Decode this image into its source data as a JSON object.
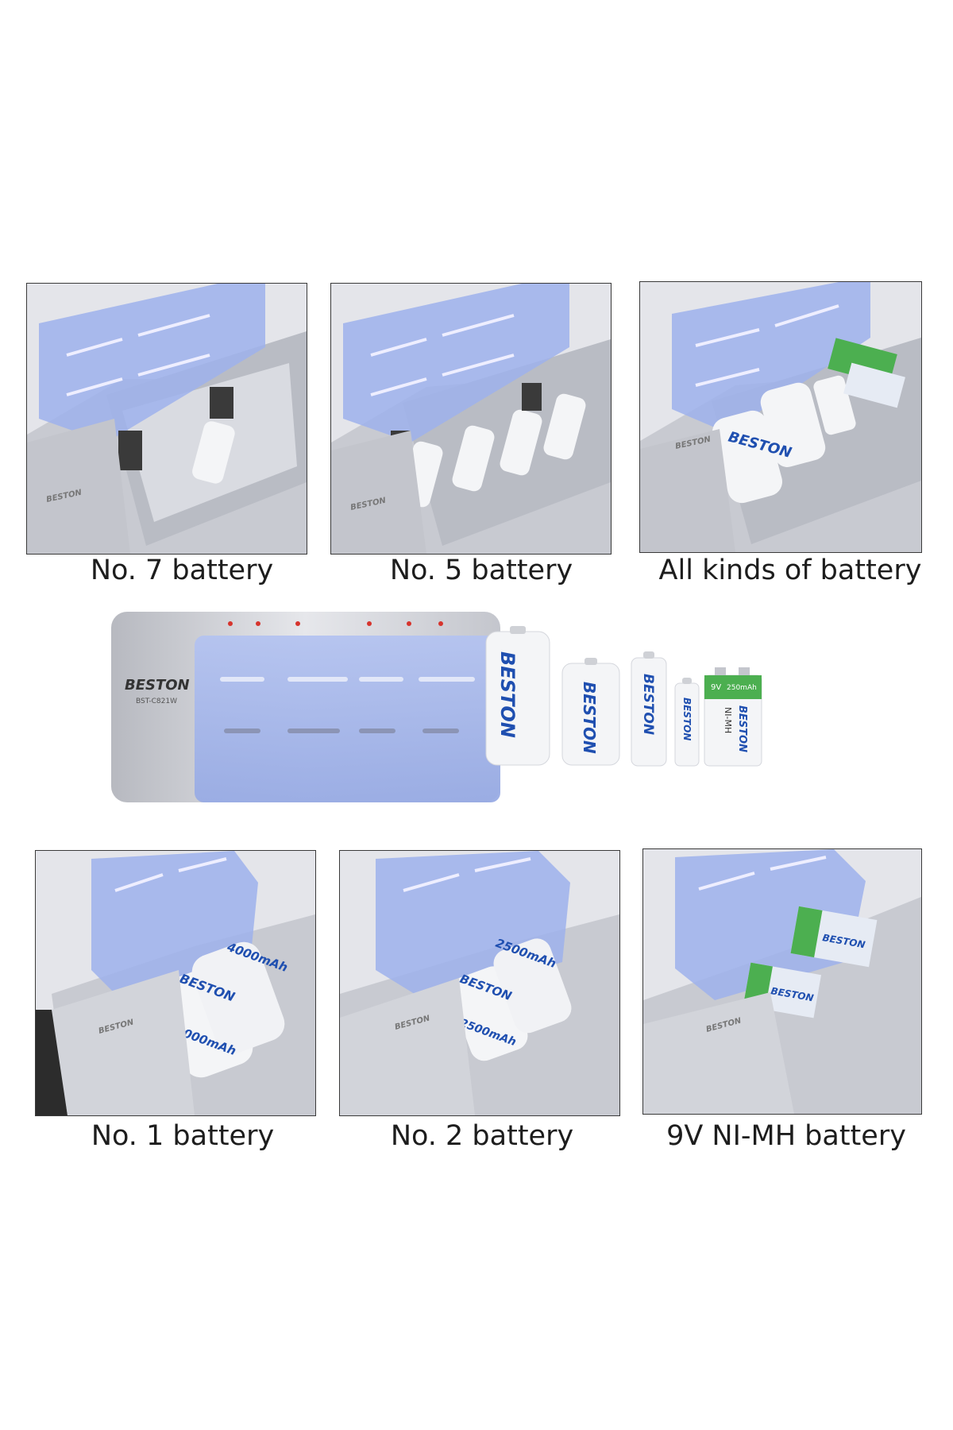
{
  "brand": "BESTON",
  "model": "BST-C821W",
  "captions": {
    "no7": "No. 7 battery",
    "no5": "No. 5 battery",
    "all": "All kinds of battery",
    "no1": "No. 1 battery",
    "no2": "No. 2 battery",
    "v9": "9V NI-MH battery"
  },
  "battery_labels": {
    "d_capacity": "4000mAh",
    "c_capacity": "2500mAh",
    "v9_voltage": "9V",
    "v9_capacity": "250mAh",
    "v9_chemistry": "NI-MH"
  },
  "colors": {
    "lid_blue": "#8fa6e6",
    "silver": "#c9cbd2",
    "battery_white": "#f4f5f7",
    "battery_text": "#1f4fb0",
    "green_9v": "#4caf50"
  }
}
